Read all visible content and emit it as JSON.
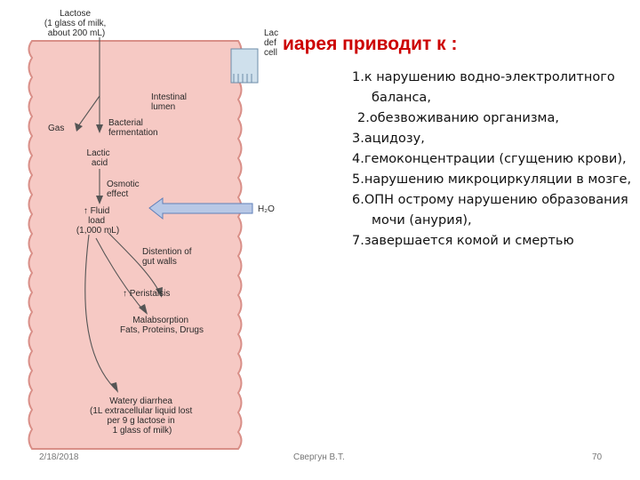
{
  "slide": {
    "heading": "иарея приводит к :",
    "consequences": [
      "1.к нарушению водно-электролитного баланса,",
      "2.обезвоживанию организма,",
      "3.ацидозу,",
      "4.гемоконцентрации (сгущению крови),",
      "5.нарушению микроциркуляции в мозге,",
      "6.ОПН острому нарушению образования мочи (анурия),",
      "7.завершается комой и смертью"
    ],
    "footer": {
      "date": "2/18/2018",
      "author": "Свергун В.Т.",
      "page": "70"
    }
  },
  "diagram": {
    "lactose": [
      "Lactose",
      "(1 glass of milk,",
      "about 200 mL)"
    ],
    "lactase_cell": [
      "Lac",
      "def",
      "cell"
    ],
    "intestinal_lumen": [
      "Intestinal",
      "lumen"
    ],
    "bacterial_fermentation": [
      "Bacterial",
      "fermentation"
    ],
    "gas": "Gas",
    "lactic_acid": [
      "Lactic",
      "acid"
    ],
    "osmotic_effect": [
      "Osmotic",
      "effect"
    ],
    "fluid_load": [
      "↑ Fluid",
      "load",
      "(1,000 mL)"
    ],
    "water": "H₂O",
    "distention": [
      "Distention of",
      "gut walls"
    ],
    "peristalsis": "↑ Peristalsis",
    "malabsorption": [
      "Malabsorption",
      "Fats, Proteins, Drugs"
    ],
    "watery_diarrhea": [
      "Watery diarrhea",
      "(1L extracellular liquid lost",
      "per 9 g lactose in",
      "1 glass of milk)"
    ],
    "colors": {
      "gut_fill": "#f6c9c4",
      "gut_wall": "#d98f88",
      "arrow": "#b8c8e6"
    }
  }
}
